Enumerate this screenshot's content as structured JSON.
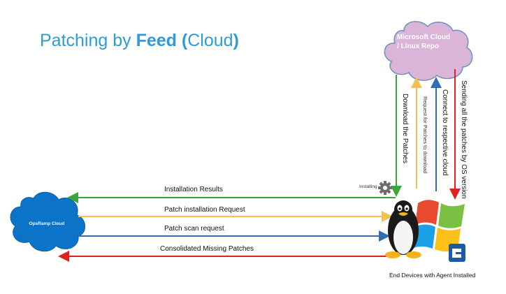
{
  "title": {
    "part1": "Patching by ",
    "part2": "Feed",
    "part3": " (",
    "part4": "Cloud",
    "part5": ")"
  },
  "nodes": {
    "repo_cloud": "Microsoft Cloud / Linux Repo",
    "opsramp_cloud": "OpsRamp Cloud",
    "devices": "End Devices with Agent Installed",
    "installing": "Installing"
  },
  "horizontal_arrows": [
    {
      "label": "Installation Results",
      "color": "#3aa53a"
    },
    {
      "label": "Patch installation Request",
      "color": "#f2c14e"
    },
    {
      "label": "Patch scan request",
      "color": "#2f6db5"
    },
    {
      "label": "Consolidated Missing Patches",
      "color": "#e0201f"
    }
  ],
  "vertical_arrows": [
    {
      "label": "Download the Patches",
      "color": "#3aa53a"
    },
    {
      "label": "Request for Patches to download",
      "color": "#f2c14e"
    },
    {
      "label": "Connect to respective cloud",
      "color": "#2f6db5"
    },
    {
      "label": "Sending all the patches by OS version",
      "color": "#e0201f"
    }
  ]
}
